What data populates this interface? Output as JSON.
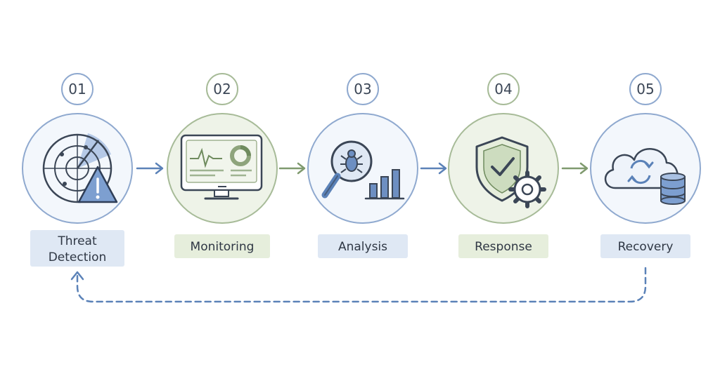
{
  "steps": [
    {
      "number": "01",
      "label_lines": [
        "Threat",
        "Detection"
      ],
      "icon": "radar-alert-icon",
      "accent": "#5b82b8"
    },
    {
      "number": "02",
      "label_lines": [
        "Monitoring"
      ],
      "icon": "monitor-dashboard-icon",
      "accent": "#7f9a6e"
    },
    {
      "number": "03",
      "label_lines": [
        "Analysis"
      ],
      "icon": "magnifier-bug-icon",
      "accent": "#5b82b8"
    },
    {
      "number": "04",
      "label_lines": [
        "Response"
      ],
      "icon": "shield-gear-icon",
      "accent": "#7f9a6e"
    },
    {
      "number": "05",
      "label_lines": [
        "Recovery"
      ],
      "icon": "cloud-database-icon",
      "accent": "#5b82b8"
    }
  ],
  "colors": {
    "blue": "#5b82b8",
    "blue_fill": "#dfe8f4",
    "green": "#7f9a6e",
    "green_fill": "#e6eedc",
    "stroke": "#3b4656",
    "loop": "#5b82b8"
  }
}
